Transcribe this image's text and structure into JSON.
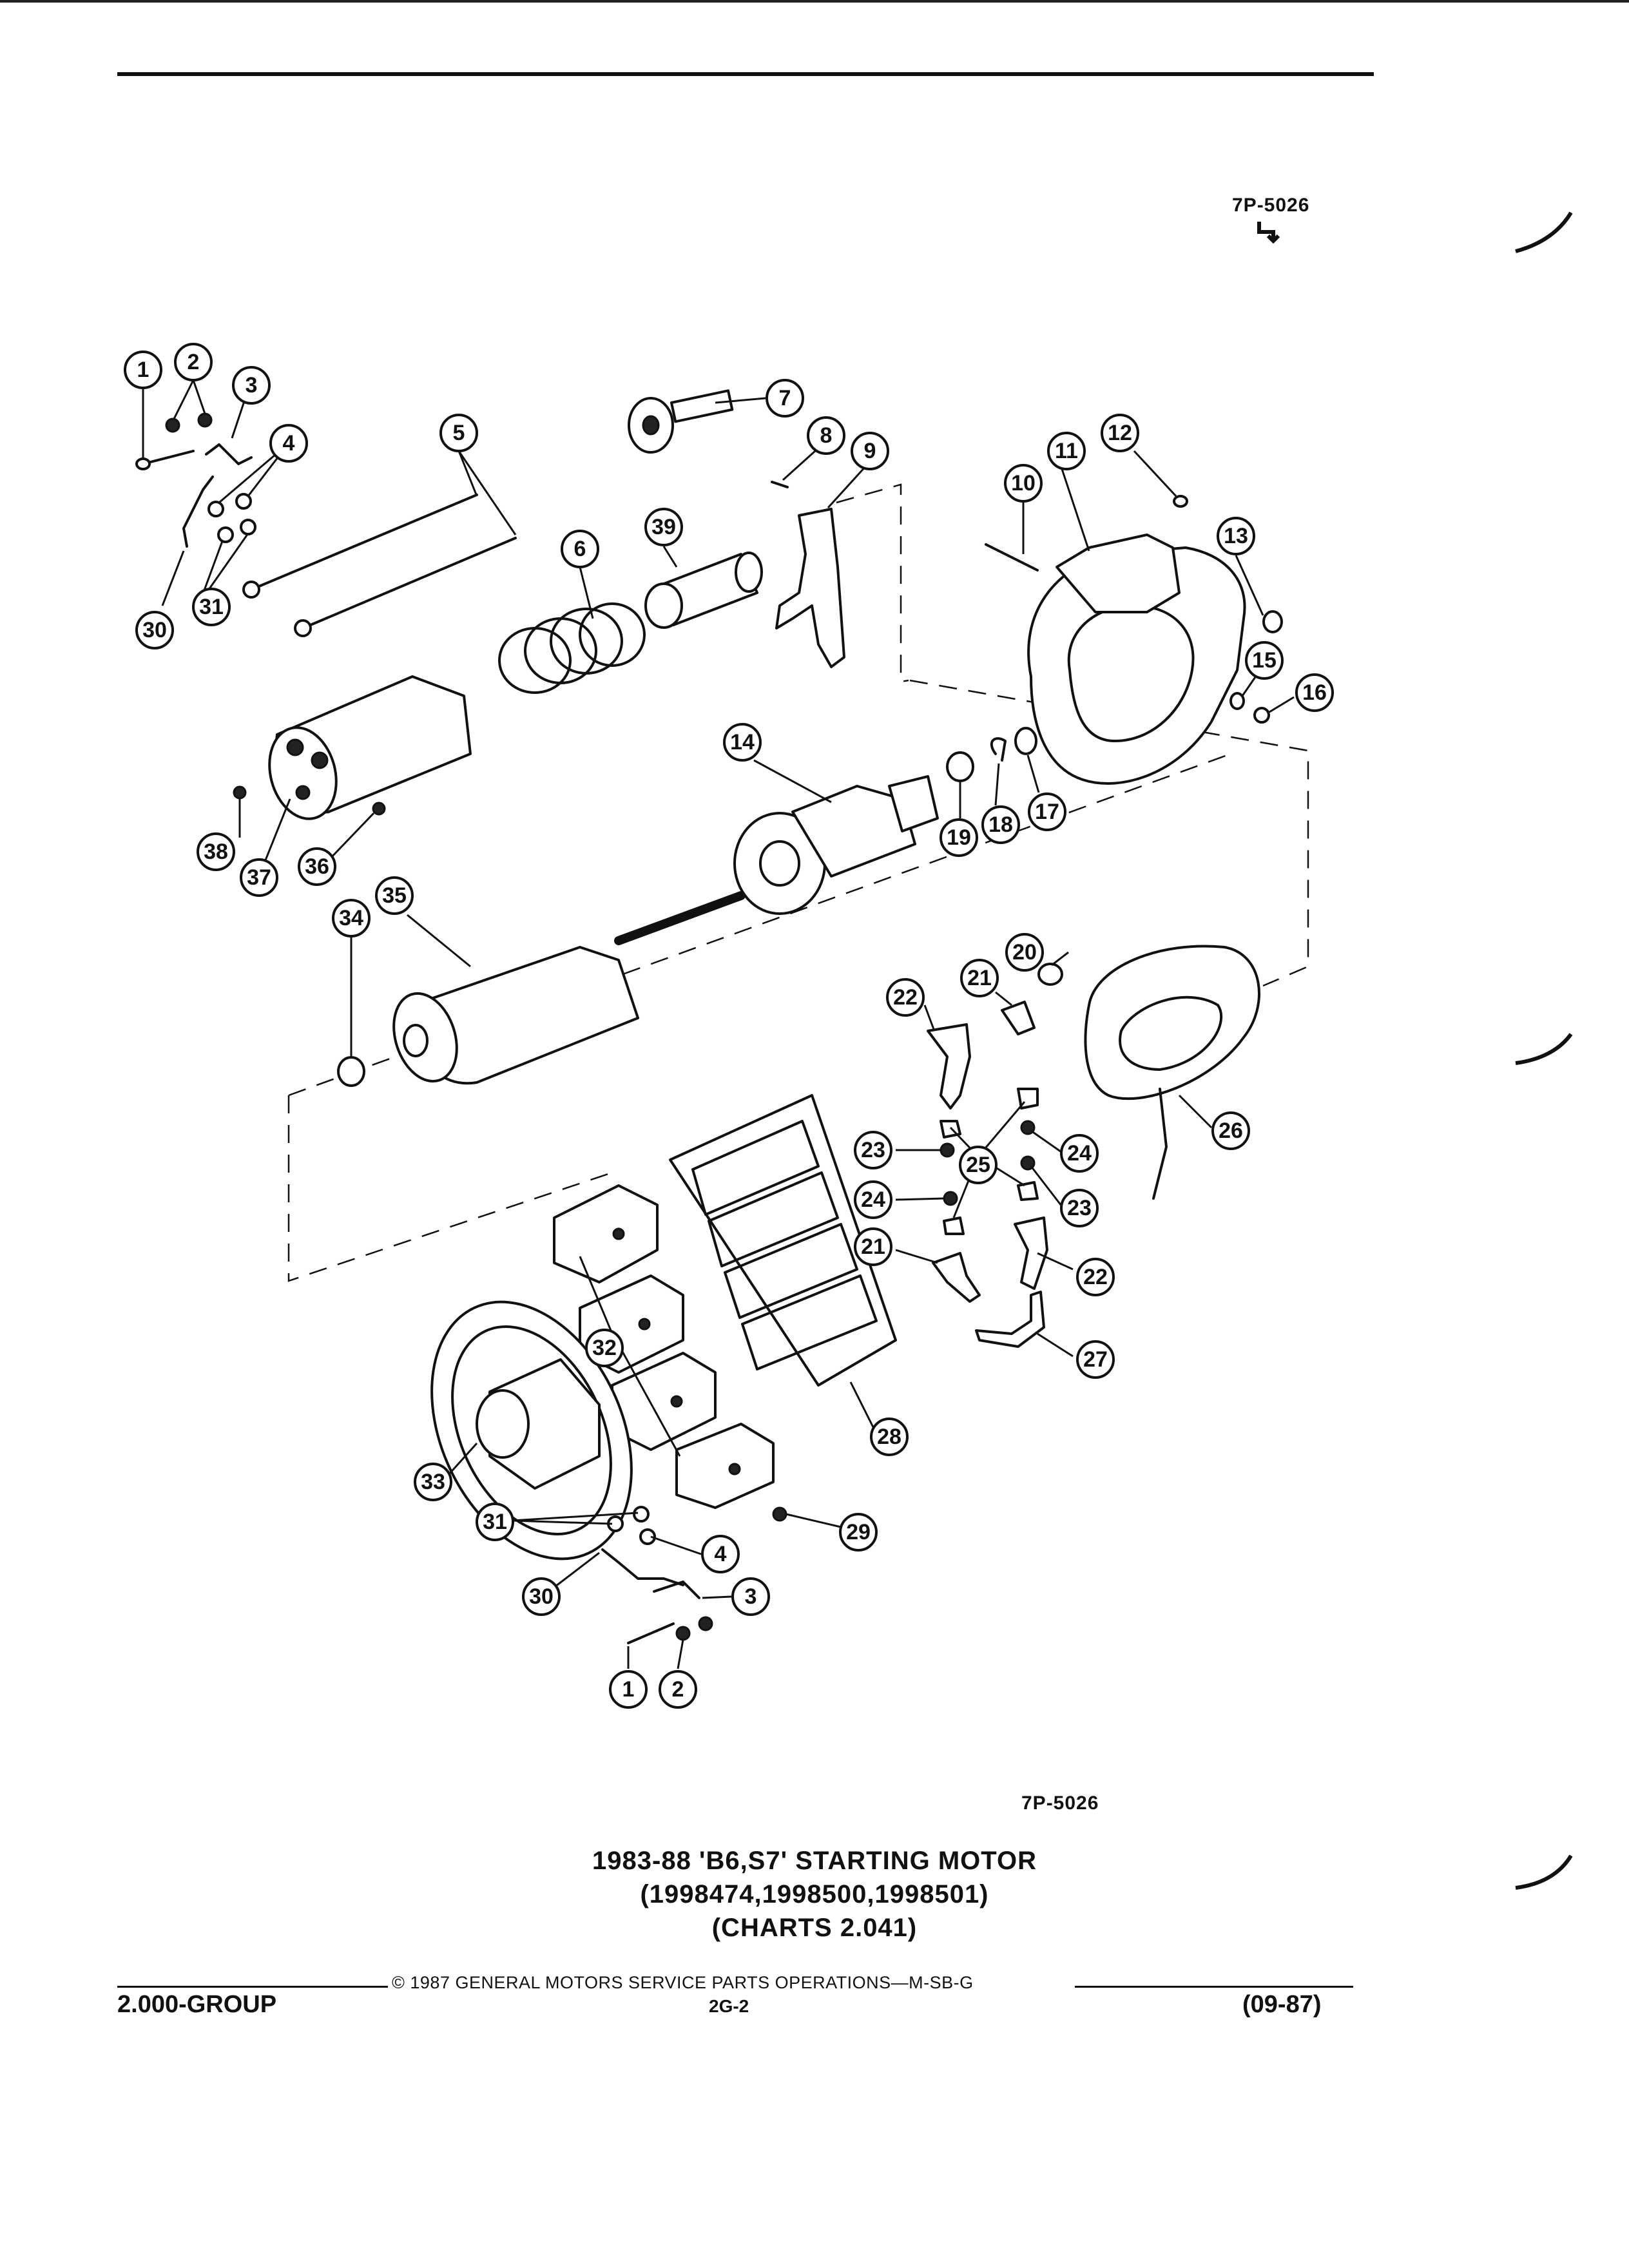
{
  "header": {
    "figure_code_top": "7P-5026"
  },
  "figure": {
    "code_bottom": "7P-5026",
    "title_line1": "1983-88 'B6,S7' STARTING MOTOR",
    "title_line2": "(1998474,1998500,1998501)",
    "title_line3": "(CHARTS 2.041)"
  },
  "footer": {
    "copyright": "© 1987 GENERAL MOTORS SERVICE PARTS OPERATIONS—M-SB-G",
    "group": "2.000-GROUP",
    "page": "2G-2",
    "date": "(09-87)"
  },
  "callouts": [
    {
      "n": "1"
    },
    {
      "n": "2"
    },
    {
      "n": "3"
    },
    {
      "n": "4"
    },
    {
      "n": "5"
    },
    {
      "n": "6"
    },
    {
      "n": "7"
    },
    {
      "n": "8"
    },
    {
      "n": "9"
    },
    {
      "n": "10"
    },
    {
      "n": "11"
    },
    {
      "n": "12"
    },
    {
      "n": "13"
    },
    {
      "n": "14"
    },
    {
      "n": "15"
    },
    {
      "n": "16"
    },
    {
      "n": "17"
    },
    {
      "n": "18"
    },
    {
      "n": "19"
    },
    {
      "n": "20"
    },
    {
      "n": "21"
    },
    {
      "n": "22"
    },
    {
      "n": "23"
    },
    {
      "n": "23"
    },
    {
      "n": "24"
    },
    {
      "n": "24"
    },
    {
      "n": "25"
    },
    {
      "n": "21"
    },
    {
      "n": "22"
    },
    {
      "n": "26"
    },
    {
      "n": "27"
    },
    {
      "n": "28"
    },
    {
      "n": "29"
    },
    {
      "n": "30"
    },
    {
      "n": "31"
    },
    {
      "n": "32"
    },
    {
      "n": "33"
    },
    {
      "n": "34"
    },
    {
      "n": "35"
    },
    {
      "n": "36"
    },
    {
      "n": "37"
    },
    {
      "n": "38"
    },
    {
      "n": "39"
    },
    {
      "n": "31"
    },
    {
      "n": "4"
    },
    {
      "n": "30"
    },
    {
      "n": "3"
    },
    {
      "n": "1"
    },
    {
      "n": "2"
    }
  ]
}
